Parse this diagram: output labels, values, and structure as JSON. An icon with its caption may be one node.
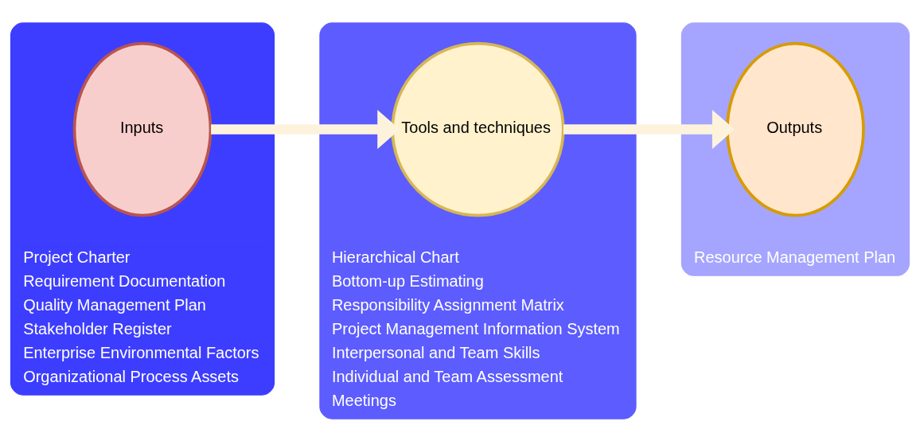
{
  "diagram": {
    "nodes": [
      {
        "text": [
          "Project Charter",
          "Requirement Documentation",
          "Quality Management Plan",
          "Stakeholder Register",
          "Enterprise Environmental Factors",
          "Organizational Process Assets"
        ]
      },
      {
        "text": [
          "Inputs"
        ],
        "in": 0
      },
      {
        "text": [
          "Hierarchical Chart",
          "Bottom-up Estimating",
          "Responsibility Assignment Matrix",
          "Project Management Information System",
          "Interpersonal and Team Skills",
          "Individual and Team Assessment",
          "Meetings"
        ]
      },
      {
        "text": [
          "Tools and techniques"
        ],
        "in": 2
      },
      {
        "text": [
          "Resource Management Plan"
        ]
      },
      {
        "text": [
          "Outputs"
        ],
        "in": 4
      }
    ],
    "edges": [
      {
        "from": 1,
        "to": 3,
        "arrow": "to"
      },
      {
        "from": 3,
        "to": 5,
        "arrow": "to"
      }
    ]
  }
}
